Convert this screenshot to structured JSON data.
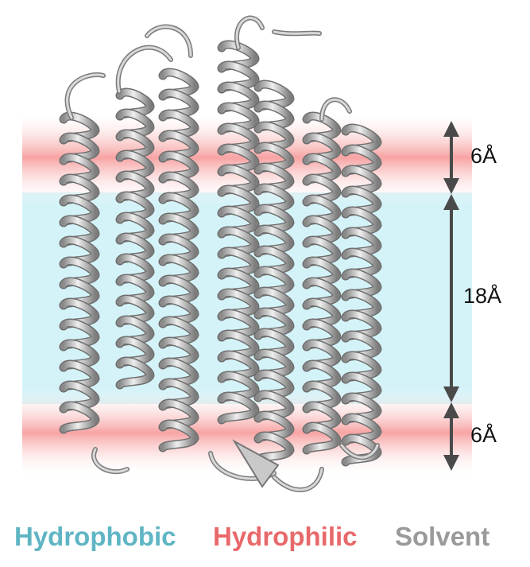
{
  "layers": [
    {
      "id": "top-hydrophilic",
      "kind": "hydrophilic",
      "thickness_label": "6Å"
    },
    {
      "id": "core-hydrophobic",
      "kind": "hydrophobic",
      "thickness_label": "18Å"
    },
    {
      "id": "bottom-hydrophilic",
      "kind": "hydrophilic",
      "thickness_label": "6Å"
    }
  ],
  "legend": {
    "hydrophobic": {
      "label": "Hydrophobic",
      "color": "#5fb5c4"
    },
    "hydrophilic": {
      "label": "Hydrophilic",
      "color": "#e8696b"
    },
    "solvent": {
      "label": "Solvent",
      "color": "#9a9a9a"
    }
  },
  "colors": {
    "hydrophobic_band": "#d4f3f8",
    "hydrophilic_band": "#f7a3a3",
    "ribbon": "#b8b8b8",
    "arrow": "#4a4a4a"
  },
  "structure": {
    "kind": "protein ribbon",
    "helix_count": 7,
    "icon": "alpha-helix-ribbon"
  }
}
